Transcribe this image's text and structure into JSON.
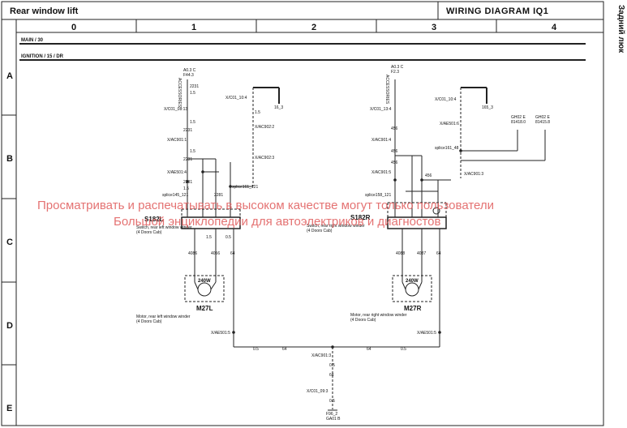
{
  "header": {
    "title": "Rear window lift",
    "diagram": "WIRING DIAGRAM  IQ1",
    "side": "Задний люк"
  },
  "grid": {
    "columns": [
      "0",
      "1",
      "2",
      "3",
      "4"
    ],
    "rows": [
      "A",
      "B",
      "C",
      "D",
      "E"
    ]
  },
  "buses": {
    "main": "MAIN / 30",
    "ignition": "IGNITION / 15 / DR"
  },
  "left": {
    "supply": "A0.3 C\nF44.3",
    "accessories": "ACCESSORIES",
    "conn1": "X/C01_08:13",
    "conn2": "X/C01_10:4",
    "conn3": "X/AC901:1",
    "conn4": "X/AC902:2",
    "conn5": "X/AC902:3",
    "conn6": "X/AE501:4",
    "splice": "splice145_121",
    "splice2": "splice161_121",
    "pin": "16_3",
    "w1": "2231",
    "w2": "2231",
    "w3": "2231",
    "w4": "2281",
    "w5": "2231",
    "g1": "1.5",
    "g2": "1.5",
    "g3": "1.5",
    "g4": "1.5",
    "g5": "1.5",
    "g6": "0.5",
    "g7": "1.5",
    "switch_id": "S182L",
    "switch_desc": "Switch, rear left window winder\n(4 Doors Cab)",
    "wa": "4086",
    "wb": "4056",
    "wc": "64",
    "motor_power": "240W",
    "motor_id": "M27L",
    "motor_desc": "Motor, rear left window winder\n(4 Doors Cab)",
    "motor_conn": "X/AE501:5"
  },
  "right": {
    "supply": "A0.3 C\nF2.3",
    "accessories": "ACCESSORIES",
    "conn1": "X/C01_13:4",
    "conn2": "X/C01_10:4",
    "conn3": "X/AC901:4",
    "conn4": "X/AC901:5",
    "conn5": "X/AE501:6",
    "splice": "splice158_121",
    "splice2": "splice161_48",
    "pin": "165_3",
    "gnd1": "GH02 E\n81418.0",
    "gnd2": "GH02 E\n81415.8",
    "conn6": "X/AC901:3",
    "w1": "456",
    "w2": "456",
    "w3": "456",
    "w4": "456",
    "switch_id": "S182R",
    "switch_desc": "Switch, rear right window winder\n(4 Doors Cab)",
    "wa": "4088",
    "wb": "4087",
    "wc": "64",
    "motor_power": "240W",
    "motor_id": "M27R",
    "motor_desc": "Motor, rear right window winder\n(4 Doors Cab)",
    "motor_conn": "X/AE501:5"
  },
  "ground": {
    "gauge_l": "0.5",
    "wire_l": "64",
    "wire_r": "64",
    "gauge_r": "0.5",
    "conn1": "X/AC901:3",
    "g1": "0.5",
    "w1": "64",
    "conn2": "X/C01_09:3",
    "g2": "0.5",
    "end": "F96_2\nGA01 B"
  },
  "watermark": {
    "line1": "Просматривать и распечатывать в высоком качестве могут только пользователи",
    "line2": "Большой энциклопедии для автоэлектриков и диагностов"
  }
}
